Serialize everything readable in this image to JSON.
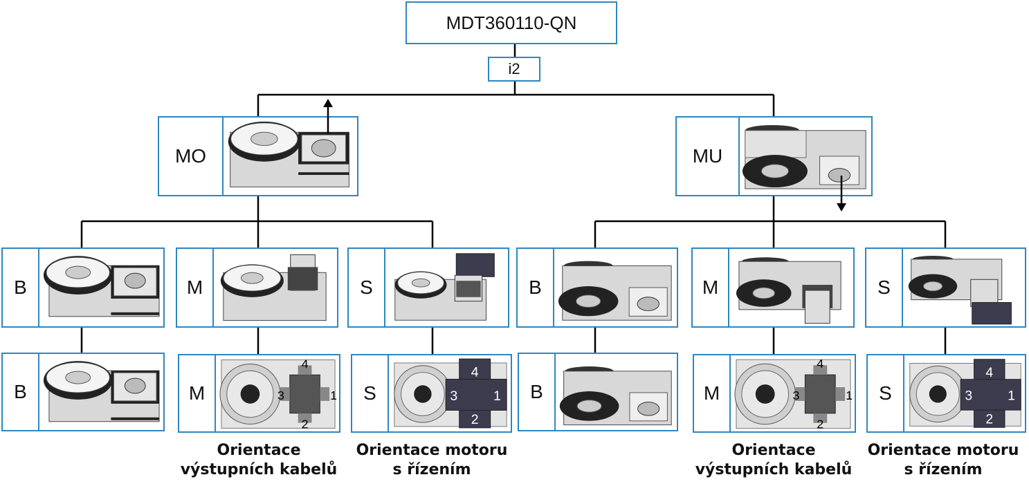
{
  "root": {
    "label": "MDT360110-QN"
  },
  "ratio": {
    "label": "i2"
  },
  "mounts": [
    {
      "code": "MO",
      "image": "motor-on-top-table-image"
    },
    {
      "code": "MU",
      "image": "motor-underneath-table-image"
    }
  ],
  "variants": [
    {
      "code": "B",
      "image": "variant-b-image"
    },
    {
      "code": "M",
      "image": "variant-m-image"
    },
    {
      "code": "S",
      "image": "variant-s-image"
    },
    {
      "code": "B",
      "image": "variant-b-image"
    },
    {
      "code": "M",
      "image": "variant-m-image"
    },
    {
      "code": "S",
      "image": "variant-s-image"
    }
  ],
  "orientations": [
    {
      "code": "B"
    },
    {
      "code": "M",
      "positions": [
        "4",
        "3",
        "1",
        "2"
      ]
    },
    {
      "code": "S",
      "positions": [
        "4",
        "3",
        "1",
        "2"
      ]
    },
    {
      "code": "B"
    },
    {
      "code": "M",
      "positions": [
        "4",
        "3",
        "1",
        "2"
      ]
    },
    {
      "code": "S",
      "positions": [
        "4",
        "3",
        "1",
        "2"
      ]
    }
  ],
  "captions": [
    {
      "line1": "Orientace",
      "line2": "výstupních kabelů"
    },
    {
      "line1": "Orientace motoru",
      "line2": "s řízením"
    },
    {
      "line1": "Orientace",
      "line2": "výstupních kabelů"
    },
    {
      "line1": "Orientace motoru",
      "line2": "s řízením"
    }
  ],
  "colors": {
    "border": "#2e86c1",
    "line": "#000000",
    "dark_motor": "#3d3b4e"
  }
}
